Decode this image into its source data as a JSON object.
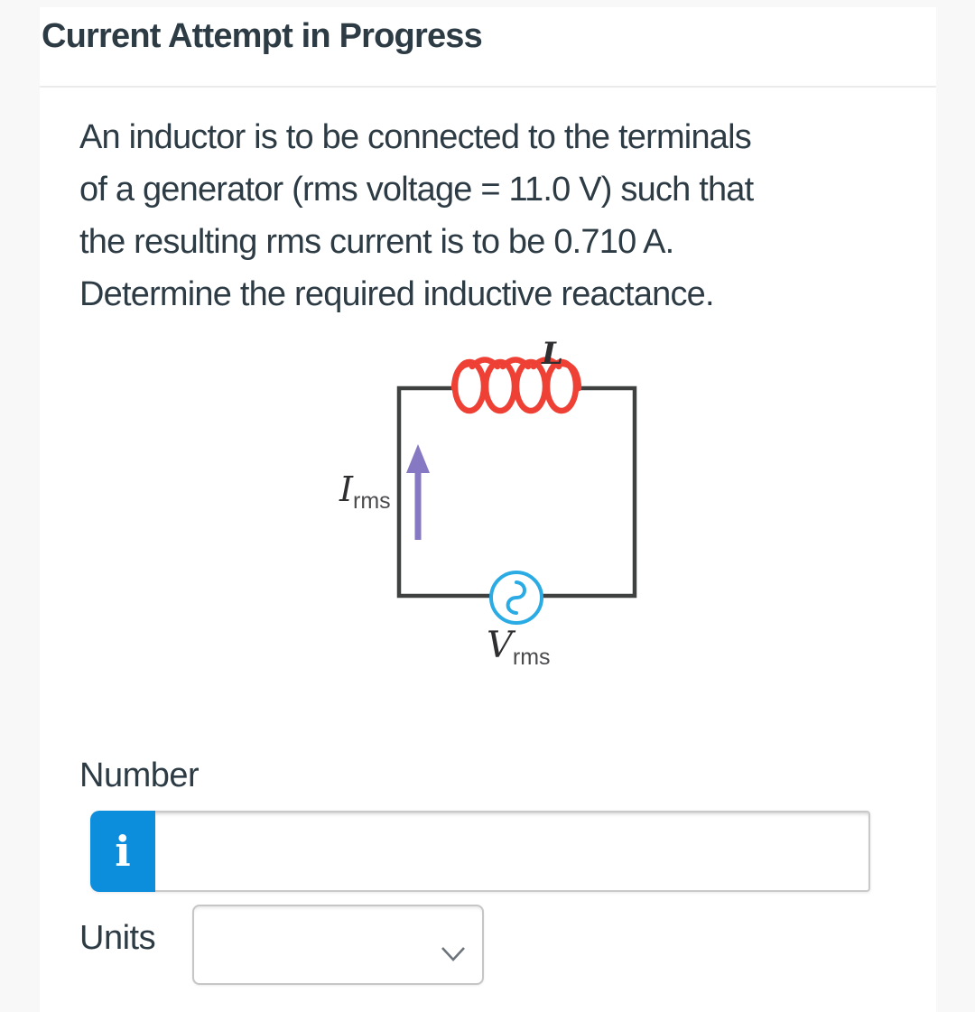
{
  "window": {
    "bg_color": "#f8f8f8",
    "content_bg_color": "#ffffff"
  },
  "header": {
    "title": "Current Attempt in Progress",
    "text_color": "#2d3b45"
  },
  "question": {
    "lines": [
      "An inductor is to be connected to the terminals",
      "of a generator (rms voltage = 11.0 V) such that",
      "the resulting rms current is to be 0.710 A.",
      "Determine the required inductive reactance."
    ]
  },
  "diagram": {
    "inductor_label": "L",
    "current": {
      "symbol": "I",
      "subscript": "rms"
    },
    "source": {
      "symbol": "V",
      "subscript": "rms"
    },
    "colors": {
      "wire": "#3f4040",
      "coil": "#ee4035",
      "source_circle": "#2aabe4",
      "current_arrow": "#8778c3",
      "labels": "#2f2f31"
    }
  },
  "answer_form": {
    "number_label": "Number",
    "number_value": "",
    "number_placeholder": "",
    "info_icon": "i",
    "info_button_color": "#0d8edc",
    "units_label": "Units",
    "units_value": ""
  }
}
